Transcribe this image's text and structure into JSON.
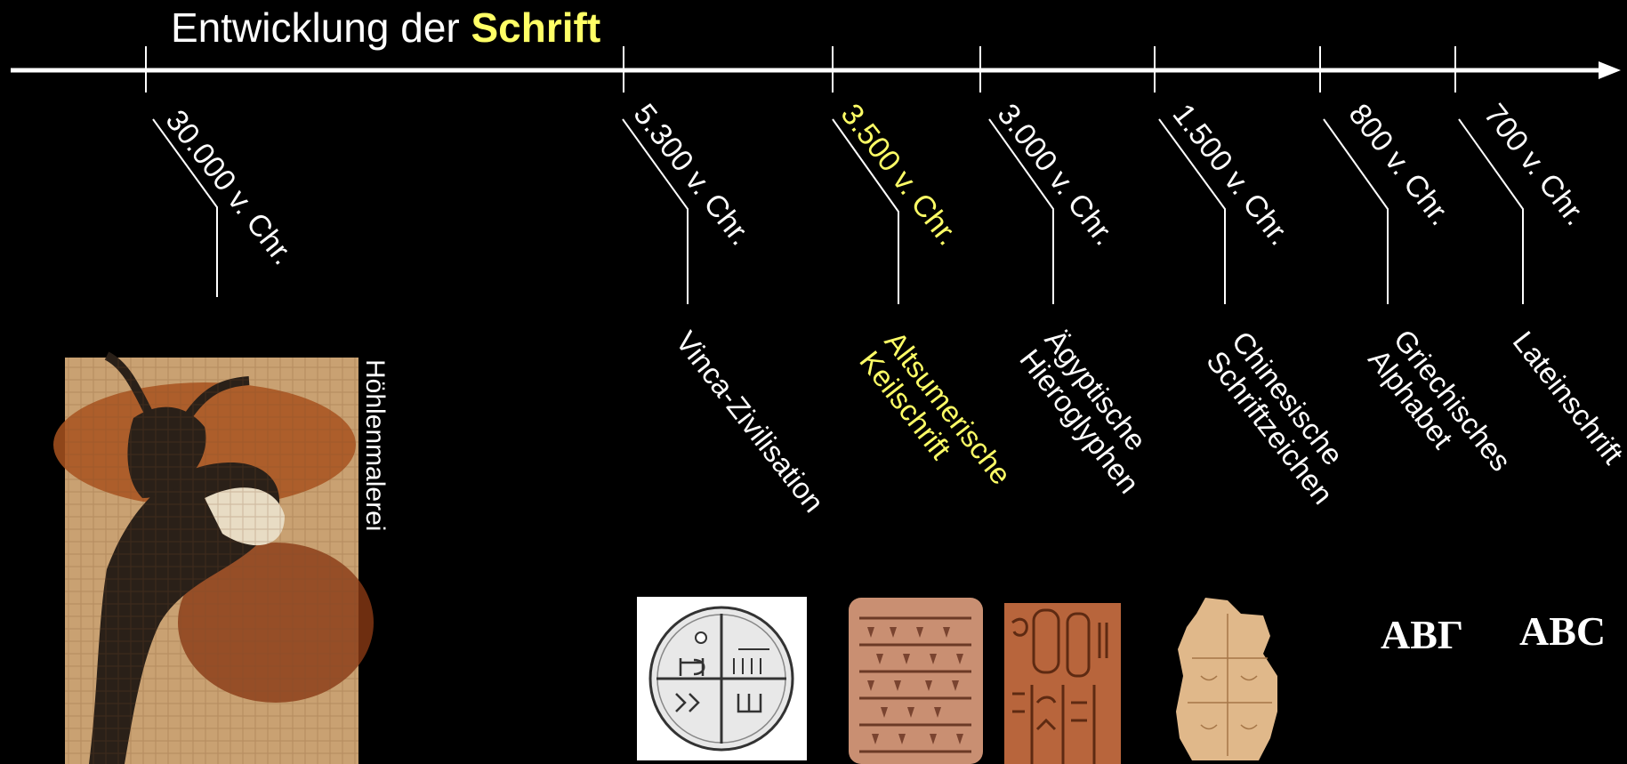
{
  "title": {
    "main": "Entwicklung der",
    "highlight": "Schrift"
  },
  "colors": {
    "background": "#000000",
    "line": "#ffffff",
    "highlight": "#ffff66"
  },
  "milestones": [
    {
      "date": "30.000 v. Chr.",
      "label": "Höhlenmalerei"
    },
    {
      "date": "5.300 v. Chr.",
      "label": "Vinca-Zivilisation"
    },
    {
      "date": "3.500 v. Chr.",
      "label_line1": "Altsumerische",
      "label_line2": "Keilschrift",
      "highlighted": true
    },
    {
      "date": "3.000 v. Chr.",
      "label_line1": "Ägyptische",
      "label_line2": "Hieroglyphen"
    },
    {
      "date": "1.500 v. Chr.",
      "label_line1": "Chinesische",
      "label_line2": "Schriftzeichen"
    },
    {
      "date": "800 v. Chr.",
      "label_line1": "Griechisches",
      "label_line2": "Alphabet"
    },
    {
      "date": "700 v. Chr.",
      "label": "Lateinschrift"
    }
  ],
  "alphabet_samples": {
    "greek": "ΑΒΓ",
    "latin": "ABC"
  },
  "images": [
    {
      "icon": "cave-painting-image"
    },
    {
      "icon": "vinca-tablet-image"
    },
    {
      "icon": "cuneiform-tablet-image"
    },
    {
      "icon": "hieroglyphs-image"
    },
    {
      "icon": "oracle-bone-image"
    }
  ]
}
